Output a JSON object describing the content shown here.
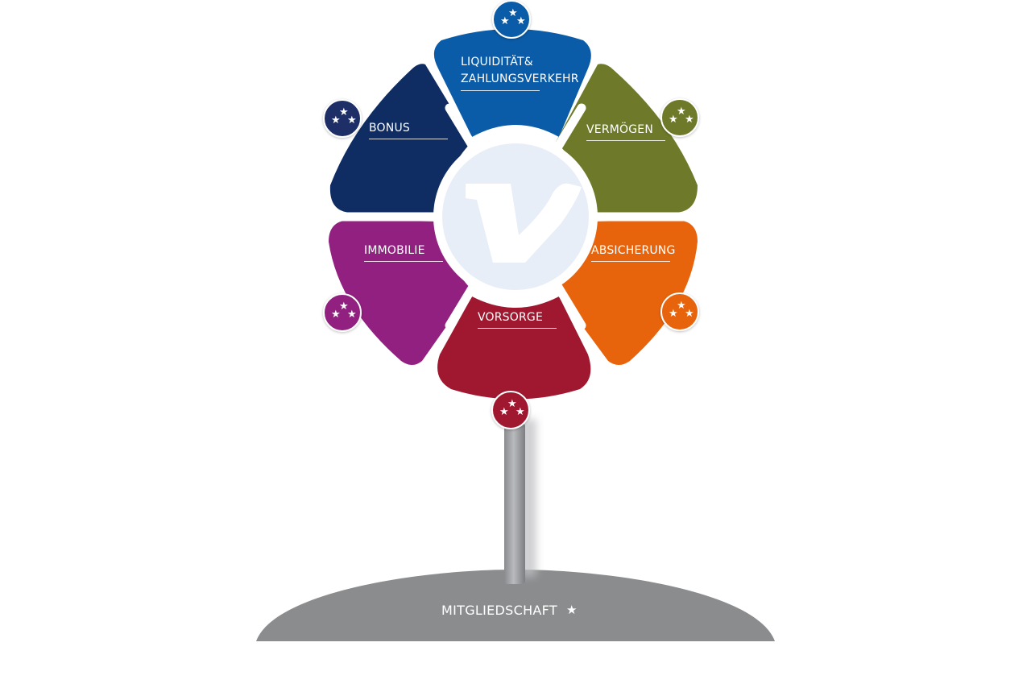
{
  "segments": {
    "liquiditaet": {
      "line1": "LIQUIDITÄT&",
      "line2": "ZAHLUNGSVERKEHR",
      "color": "#0a5ca8"
    },
    "vermoegen": {
      "label": "VERMÖGEN",
      "color": "#6e7a2a"
    },
    "absicherung": {
      "label": "ABSICHERUNG",
      "color": "#e8640c"
    },
    "vorsorge": {
      "label": "VORSORGE",
      "color": "#a01830"
    },
    "immobilie": {
      "label": "IMMOBILIE",
      "color": "#922080"
    },
    "bonus": {
      "label": "BONUS",
      "color": "#0f2d63"
    }
  },
  "badges": {
    "stars": "★★★",
    "colors": {
      "liquiditaet": "#0a5ca8",
      "vermoegen": "#6e7a2a",
      "absicherung": "#e8640c",
      "vorsorge": "#a01830",
      "immobilie": "#922080",
      "bonus": "#1d2f66"
    }
  },
  "center": {
    "logo": "v-logo-icon",
    "circle_color": "#e8eef7",
    "logo_color": "#ffffff"
  },
  "ground": {
    "label": "MITGLIEDSCHAFT",
    "star": "★",
    "color": "#8b8c8e"
  },
  "stem": {
    "color": "#9a9b9e"
  }
}
